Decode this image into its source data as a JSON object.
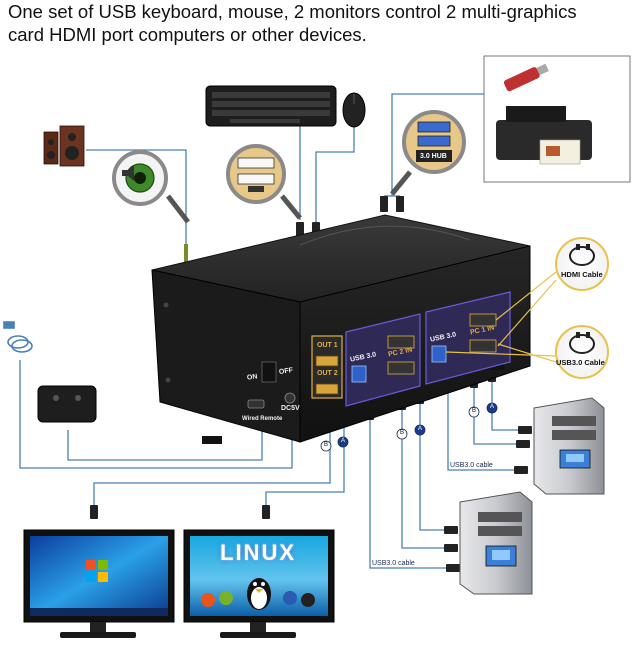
{
  "heading": {
    "line1": "One set of USB keyboard, mouse, 2 monitors control 2 multi-graphics",
    "line2": "card HDMI port computers or other devices."
  },
  "kvm_labels": {
    "on": "ON",
    "off": "OFF",
    "dc5v": "DC5V",
    "wired_remote": "Wired Remote",
    "out1": "OUT 1",
    "out2": "OUT 2",
    "usb30_left": "USB 3.0",
    "pc2_in": "PC 2 IN",
    "usb30_right": "USB 3.0",
    "pc1_in": "PC 1 IN"
  },
  "callouts": {
    "hdmi_cable": "HDMI Cable",
    "usb30_cable": "USB3.0 Cable",
    "hub": "3.0 HUB"
  },
  "cable_labels": {
    "usb30_cable_upper": "USB3.0 cable",
    "usb30_cable_lower": "USB3.0 cable",
    "b_left": "B",
    "a_left": "A",
    "b_mid": "B",
    "a_mid": "A",
    "b_right": "B",
    "a_right": "A"
  },
  "screen": {
    "linux_logo_text": "LINUX"
  },
  "colors": {
    "cable_blue": "#4a7fb8",
    "kvm_body": "#1d1d1d",
    "gold": "#e0b040",
    "purple_panel": "#4b3aa0",
    "callout_gold": "#e8c24a"
  }
}
